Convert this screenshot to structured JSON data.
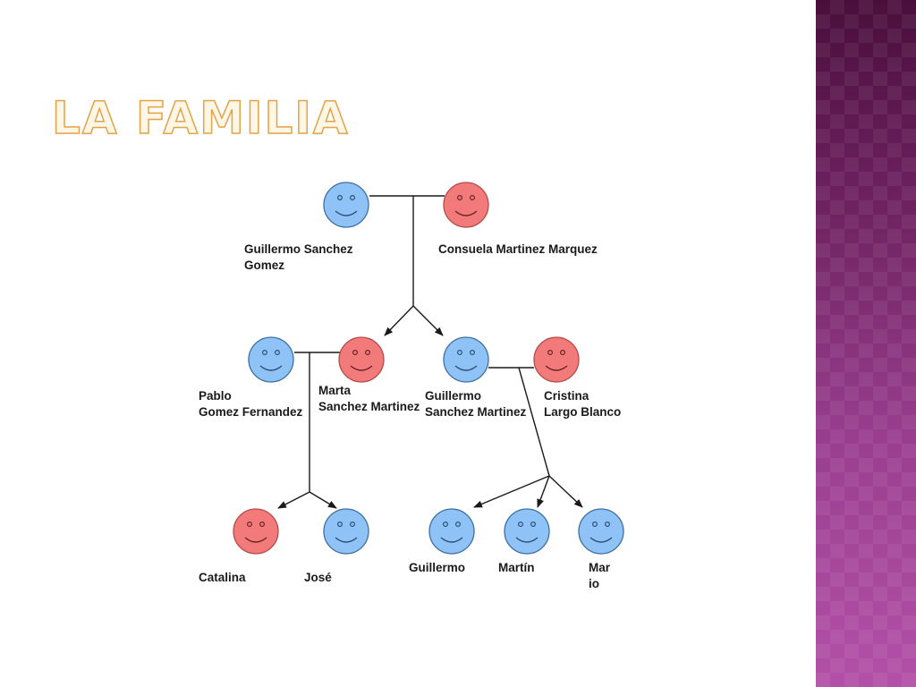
{
  "slide": {
    "title": "La familia",
    "colors": {
      "title_fill": "#fff7e6",
      "title_outline": "#e3a349",
      "male_face": "#8fc3f7",
      "female_face": "#f27a7a",
      "face_outline": "#3e6f9e",
      "line": "#1a1a1a",
      "side_band": "#8a3a85"
    }
  },
  "family": {
    "grandfather": {
      "line1": "Guillermo Sanchez",
      "line2": "Gomez",
      "icon": "male-smiley-icon"
    },
    "grandmother": {
      "line1": "Consuela Martinez Marquez",
      "icon": "female-smiley-icon"
    },
    "pablo": {
      "line1": "Pablo",
      "line2": "Gomez Fernandez",
      "icon": "male-smiley-icon"
    },
    "marta": {
      "line1": "Marta",
      "line2": "Sanchez Martinez",
      "icon": "female-smiley-icon"
    },
    "guillermo_father": {
      "line1": "Guillermo",
      "line2": "Sanchez Martinez",
      "icon": "male-smiley-icon"
    },
    "cristina": {
      "line1": "Cristina",
      "line2": "Largo Blanco",
      "icon": "female-smiley-icon"
    },
    "catalina": {
      "line1": "Catalina",
      "icon": "female-smiley-icon"
    },
    "jose": {
      "line1": "José",
      "icon": "male-smiley-icon"
    },
    "guillermo_child": {
      "line1": "Guillermo",
      "icon": "male-smiley-icon"
    },
    "martin": {
      "line1": "Martín",
      "icon": "male-smiley-icon"
    },
    "mario": {
      "line1": "Mar",
      "line2": "io",
      "icon": "male-smiley-icon"
    }
  }
}
